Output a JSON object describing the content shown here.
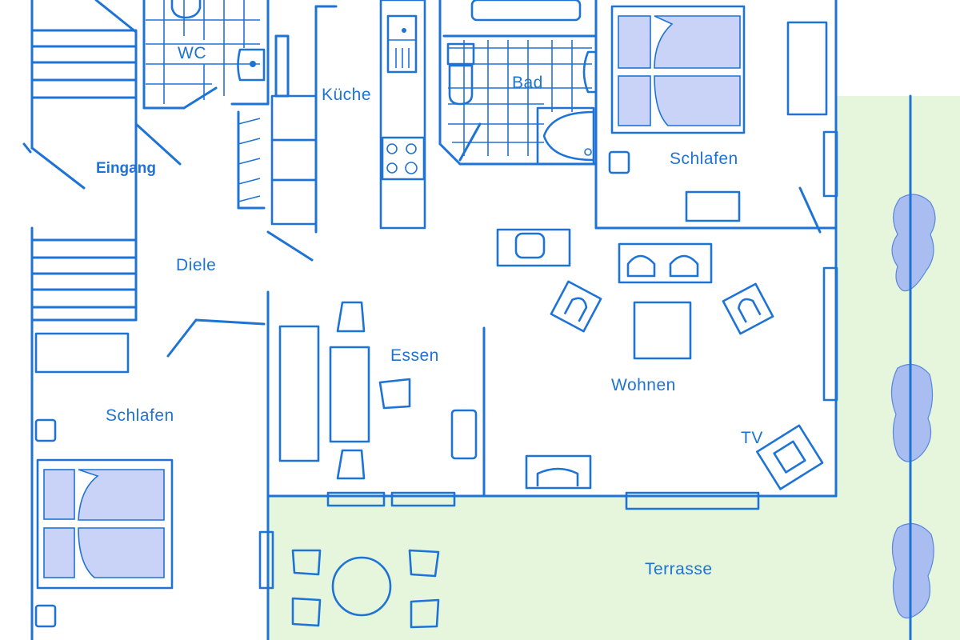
{
  "plan": {
    "rooms": {
      "wc": "WC",
      "kueche": "Küche",
      "bad": "Bad",
      "schlafen_top": "Schlafen",
      "eingang": "Eingang",
      "diele": "Diele",
      "essen": "Essen",
      "wohnen": "Wohnen",
      "schlafen_bottom": "Schlafen",
      "tv": "TV",
      "terrasse": "Terrasse"
    },
    "colors": {
      "line": "#1e73d6",
      "garden": "#e6f6dc",
      "bed_fill": "#c9d3f7",
      "hedge": "#a9bdf0"
    }
  }
}
